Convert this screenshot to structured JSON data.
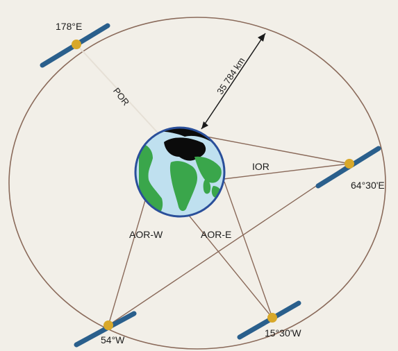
{
  "satellites": {
    "s178e": {
      "label": "178°E"
    },
    "s64e": {
      "label": "64°30'E"
    },
    "s54w": {
      "label": "54°W"
    },
    "s15w": {
      "label": "15°30'W"
    }
  },
  "regions": {
    "por": "POR",
    "ior": "IOR",
    "aor_w": "AOR-W",
    "aor_e": "AOR-E"
  },
  "distance": {
    "label": "35 784 km"
  },
  "colors": {
    "orbit": "#8a6a5a",
    "link": "#8a6a5a",
    "por_link": "#e6e0d6",
    "ocean": "#bfe0ef",
    "land": "#3aa64b",
    "earth_rim": "#2a4f9a",
    "panel": "#2a5f8c",
    "sat_body": "#d8a82a"
  }
}
